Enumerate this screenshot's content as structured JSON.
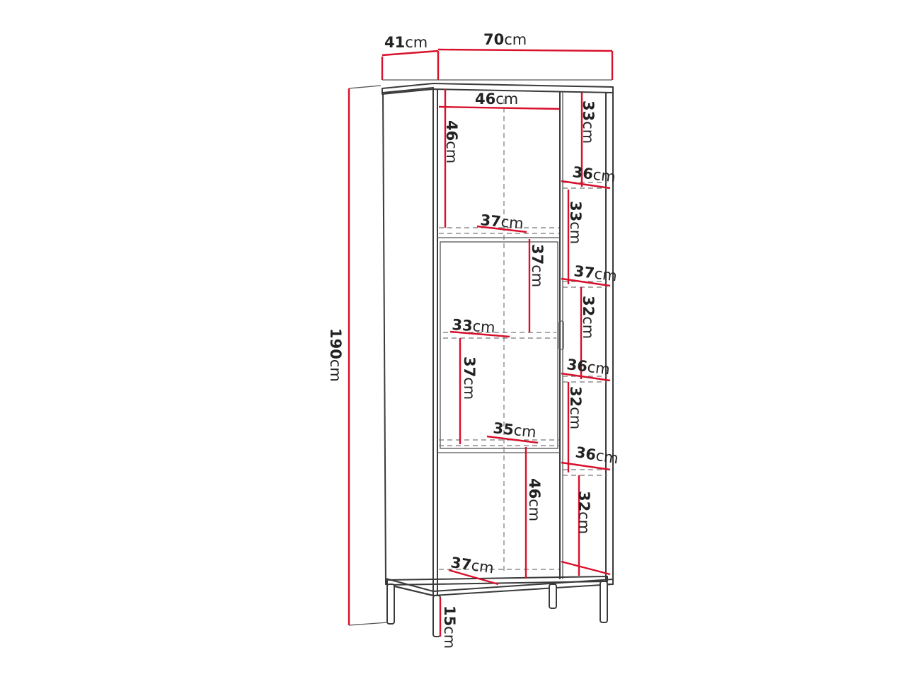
{
  "accent_color": "#d8102c",
  "outline_color": "#3a3a3a",
  "unit": "cm",
  "dimensions": {
    "depth": "41",
    "width": "70",
    "height": "190",
    "inner_width": "46",
    "left_top_height": "46",
    "left_top_shelf_depth": "37",
    "left_mid_height": "37",
    "left_mid_shelf_depth": "33",
    "left_low_height": "37",
    "left_low_shelf_depth": "35",
    "left_bottom_height": "46",
    "left_bottom_depth": "37",
    "right_1_height": "33",
    "right_1_depth": "36",
    "right_2_height": "33",
    "right_2_depth": "37",
    "right_3_height": "32",
    "right_3_depth": "36",
    "right_4_height": "32",
    "right_4_depth": "36",
    "right_5_height": "32",
    "leg_height": "15"
  }
}
